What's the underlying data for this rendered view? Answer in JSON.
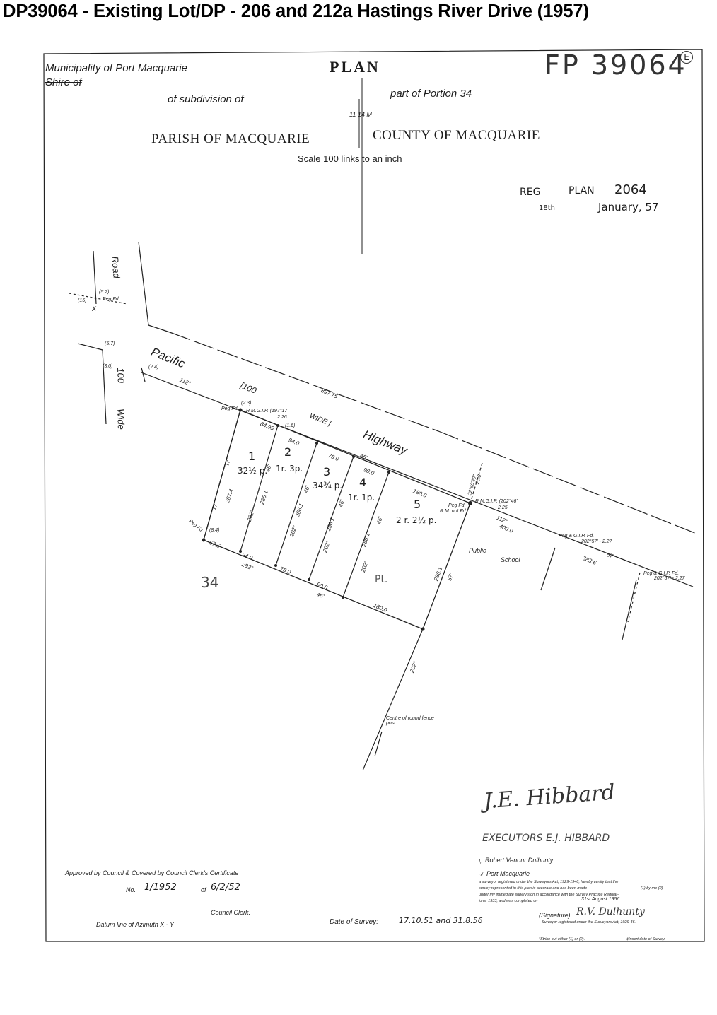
{
  "heading": "DP39064 - Existing Lot/DP - 206 and 212a Hastings River Drive (1957)",
  "header": {
    "municipality": "Municipality of Port Macquarie",
    "shire_struck": "Shire of",
    "plan_title": "PLAN",
    "fp_number": "FP 39064",
    "fp_suffix": "E",
    "of_subdivision": "of      subdivision      of",
    "part_of_portion": "part  of  Portion  34",
    "mark_1114": "11 14 M",
    "parish": "PARISH OF MACQUARIE",
    "county": "COUNTY OF MACQUARIE",
    "scale": "Scale 100 links to an inch"
  },
  "registration": {
    "reg_label": "REG",
    "plan_label": "PLAN",
    "plan_number": "2064",
    "date_day": "18th",
    "date_rest": "January,  57"
  },
  "roads": {
    "road_label": "Road",
    "pacific": "Pacific",
    "highway": "Highway",
    "hundred": "100",
    "wide": "Wide",
    "bracket_100": "[100",
    "bracket_wide": "WIDE ]"
  },
  "survey_marks": {
    "m_5_2": "(5.2)",
    "m_15": "(15)",
    "peg_fd_top": "Peg Fd.",
    "x_mark": "X",
    "m_5_7": "(5.7)",
    "m_3_0": "(3.0)",
    "m_2_4": "(2.4)",
    "m_2_3": "(2.3)",
    "peg_fd": "Peg Fd.",
    "rmgip_1": "R.M.G.I.P. (197°17'",
    "rmgip_1b": "2.26",
    "m_1_6": "(1.6)",
    "m_8_4": "(8.4)",
    "peg_fd_left": "Peg Fd.",
    "peg_fd_mid": "Peg Fd.",
    "rm_not_fd": "R.M. not Fd.",
    "rmgip_2": "R.M.G.I.P. (202°46'",
    "rmgip_2b": "2.25",
    "peg_gip_1": "Peg & G.I.P. Fd.",
    "peg_gip_1b": "202°57' - 2.27",
    "peg_gip_2": "Peg & G.I.P. Fd.",
    "peg_gip_2b": "202°57' - 2.27",
    "fence_post": "Centre of round fence post"
  },
  "dimensions": {
    "d_89775": "897.75",
    "d_112a": "112°",
    "d_8495": "84.95",
    "d_940a": "94.0",
    "d_760a": "76.0",
    "d_46a": "46'",
    "d_900a": "90.0",
    "d_1800a": "180.0",
    "d_112b": "112°",
    "d_4000": "400.0",
    "d_3836": "383.6",
    "d_57a": "57'",
    "d_17a": "17'",
    "d_17b": "17'",
    "d_2874": "287.4",
    "d_2861a": "286.1",
    "d_202a": "202°",
    "d_46b": "46'",
    "d_2861b": "286.1",
    "d_202b": "202°",
    "d_46c": "46'",
    "d_2861c": "286.1",
    "d_202c": "202°",
    "d_46d": "46'",
    "d_2861d": "286.1",
    "d_202d": "202°",
    "d_46e": "46'",
    "d_2861e": "286.1",
    "d_57b": "57'",
    "d_22": "22°50'30\"",
    "d_200": "20.0",
    "d_575": "57.5",
    "d_940b": "94.0",
    "d_292": "292°",
    "d_760b": "76.0",
    "d_900b": "90.0",
    "d_46f": "46'",
    "d_1800b": "180.0",
    "d_202e": "202°"
  },
  "lots": {
    "l1": "1",
    "l1_area": "32½ p.",
    "l2": "2",
    "l2_area": "1r. 3p.",
    "l3": "3",
    "l3_area": "34¾ p.",
    "l4": "4",
    "l4_area": "1r. 1p.",
    "l5": "5",
    "l5_area": "2 r. 2½ p.",
    "public": "Public",
    "school": "School",
    "portion_34": "34",
    "pt": "Pt."
  },
  "signatures": {
    "executor_sig": "J.E. Hibbard",
    "executors": "EXECUTORS  E.J. HIBBARD"
  },
  "approval": {
    "approved": "Approved by Council & Covered by Council Clerk's Certificate",
    "no_label": "No.",
    "no_value": "1/1952",
    "of_label": "of",
    "of_value": "6/2/52",
    "clerk": "Council Clerk.",
    "datum": "Datum line of Azimuth X - Y",
    "date_label": "Date of Survey:",
    "date_value": "17.10.51 and 31.8.56"
  },
  "certificate": {
    "i_label": "I,",
    "surveyor_name": "Robert Venour Dulhunty",
    "of_label": "of",
    "town": "Port Macquarie",
    "line1": "a surveyor registered under the Surveyors Act, 1929-1946, hereby certify that the",
    "line2": "survey represented in this plan is accurate and has been made",
    "line2_struck": "(1) by me (2)",
    "line3": "under my immediate supervision in accordance with the Survey Practice Regulat-",
    "line4": "ions, 1933, and was completed on",
    "completed_on": "31st August 1956",
    "signature_label": "(Signature)",
    "signature": "R.V. Dulhunty",
    "registered": "Surveyor registered under the Surveyors Act, 1929-46.",
    "foot_strike": "*Strike out either (1) or (2).",
    "foot_insert": "‡Insert date of Survey."
  }
}
